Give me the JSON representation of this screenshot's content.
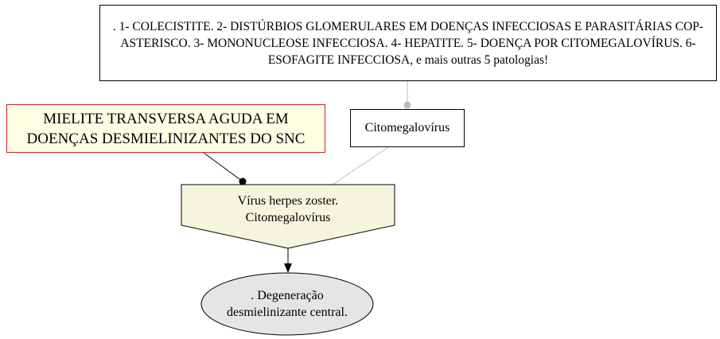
{
  "nodes": {
    "top": {
      "text": ". 1- COLECISTITE. 2- DISTÚRBIOS GLOMERULARES EM DOENÇAS INFECCIOSAS E PARASITÁRIAS COP-ASTERISCO. 3- MONONUCLEOSE INFECCIOSA. 4- HEPATITE. 5- DOENÇA POR CITOMEGALOVÍRUS. 6- ESOFAGITE INFECCIOSA, e mais outras 5 patologias!"
    },
    "mielite": {
      "text": "MIELITE TRANSVERSA AGUDA EM DOENÇAS DESMIELINIZANTES DO SNC"
    },
    "cmv": {
      "text": "Citomegalovírus"
    },
    "virus": {
      "text": "Vírus herpes zoster. Citomegalovírus"
    },
    "degeneracao": {
      "text": ". Degeneração desmielinizante central."
    }
  },
  "colors": {
    "border": "#000000",
    "mielite_border": "#cc2222",
    "mielite_fill": "#ffffe4",
    "virus_fill": "#f5f5dc",
    "ellipse_fill": "#e5e5e5",
    "light_connector": "#bbbbbb"
  }
}
